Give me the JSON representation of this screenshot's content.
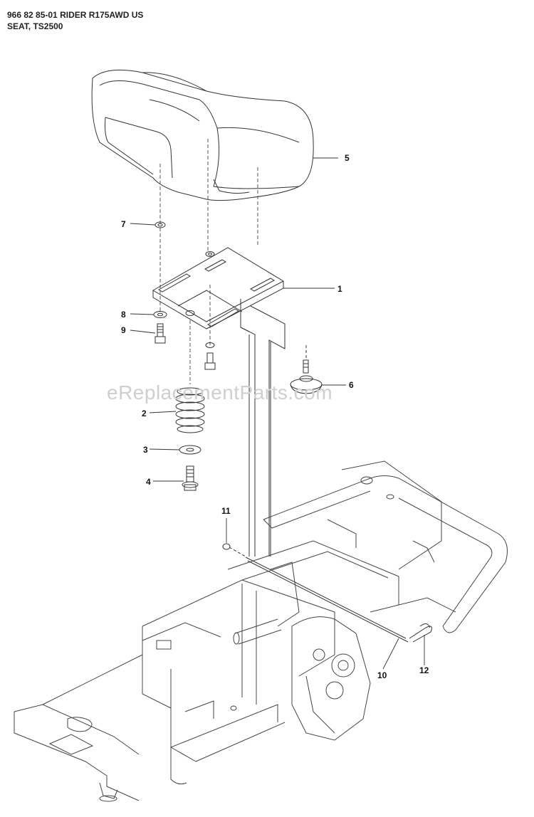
{
  "header": {
    "line1": "966 82 85-01 RIDER R175AWD US",
    "line2": "SEAT, TS2500"
  },
  "watermark": "eReplacementParts.com",
  "callouts": [
    {
      "id": "1",
      "label": "1"
    },
    {
      "id": "2",
      "label": "2"
    },
    {
      "id": "3",
      "label": "3"
    },
    {
      "id": "4",
      "label": "4"
    },
    {
      "id": "5",
      "label": "5"
    },
    {
      "id": "6",
      "label": "6"
    },
    {
      "id": "7",
      "label": "7"
    },
    {
      "id": "8",
      "label": "8"
    },
    {
      "id": "9",
      "label": "9"
    },
    {
      "id": "10",
      "label": "10"
    },
    {
      "id": "11",
      "label": "11"
    },
    {
      "id": "12",
      "label": "12"
    }
  ]
}
